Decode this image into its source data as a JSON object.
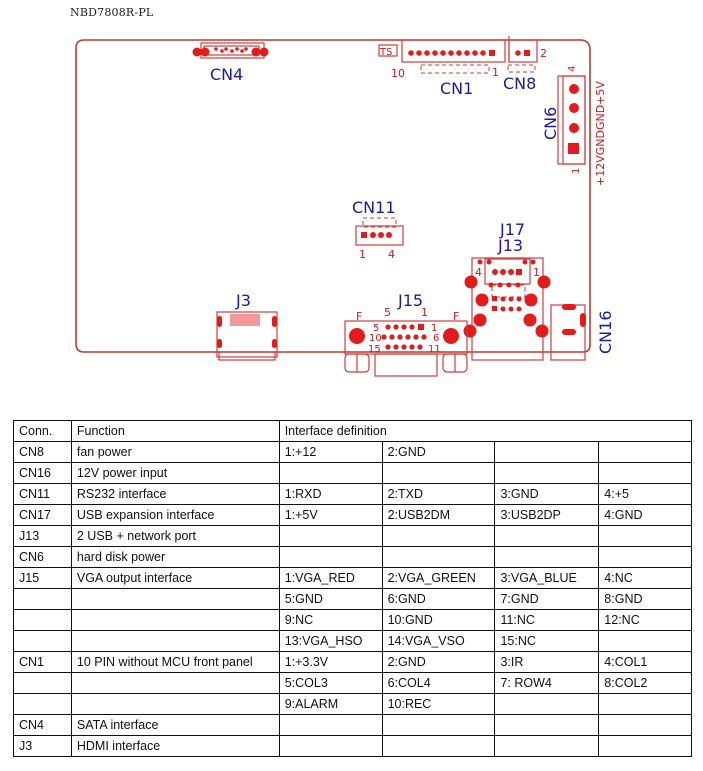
{
  "board": {
    "model": "NBD7808R-PL",
    "colors": {
      "outline": "#c0392b",
      "pads": "#e31b1b",
      "labels": "#1a1aa8"
    },
    "connectors": {
      "cn4": {
        "label": "CN4"
      },
      "cn1": {
        "label": "CN1",
        "silk": "TS",
        "pin_first": "10",
        "pin_last": "1"
      },
      "cn8": {
        "label": "CN8",
        "pin_a": "1",
        "pin_b": "2"
      },
      "cn6": {
        "label": "CN6",
        "pin_top": "4",
        "pin_bottom": "1",
        "signals": "+12VGNDGND+5V"
      },
      "cn11": {
        "label": "CN11",
        "pin_first": "1",
        "pin_last": "4"
      },
      "j17": {
        "label": "J17"
      },
      "j13": {
        "label": "J13",
        "pin_left": "4",
        "pin_right": "1"
      },
      "j15": {
        "label": "J15",
        "mark_f": "F",
        "top_5": "5",
        "top_1": "1",
        "row1_left": "5",
        "row1_right": "1",
        "row2_left": "10",
        "row2_right": "6",
        "row3_left": "15",
        "row3_right": "11"
      },
      "j3": {
        "label": "J3"
      },
      "cn16": {
        "label": "CN16"
      }
    }
  },
  "table": {
    "header": {
      "conn": "Conn.",
      "function": "Function",
      "interface": "Interface definition"
    },
    "rows": [
      {
        "conn": "CN8",
        "function": "fan power",
        "pins": [
          "1:+12",
          "2:GND",
          "",
          ""
        ]
      },
      {
        "conn": "CN16",
        "function": "12V power input",
        "pins": [
          "",
          "",
          "",
          ""
        ]
      },
      {
        "conn": "CN11",
        "function": "RS232 interface",
        "pins": [
          "1:RXD",
          "2:TXD",
          "3:GND",
          "4:+5"
        ]
      },
      {
        "conn": "CN17",
        "function": "USB expansion interface",
        "pins": [
          "1:+5V",
          "2:USB2DM",
          "3:USB2DP",
          "4:GND"
        ]
      },
      {
        "conn": "J13",
        "function": "2 USB + network port",
        "pins": [
          "",
          "",
          "",
          ""
        ]
      },
      {
        "conn": "CN6",
        "function": "hard disk power",
        "pins": [
          "",
          "",
          "",
          ""
        ]
      },
      {
        "conn": "J15",
        "function": "VGA output interface",
        "pins": [
          "1:VGA_RED",
          "2:VGA_GREEN",
          "3:VGA_BLUE",
          "4:NC"
        ]
      },
      {
        "conn": "",
        "function": "",
        "pins": [
          "5:GND",
          "6:GND",
          "7:GND",
          "8:GND"
        ]
      },
      {
        "conn": "",
        "function": "",
        "pins": [
          "9:NC",
          "10:GND",
          "11:NC",
          "12:NC"
        ]
      },
      {
        "conn": "",
        "function": "",
        "pins": [
          "13:VGA_HSO",
          "14:VGA_VSO",
          "15:NC",
          ""
        ]
      },
      {
        "conn": "CN1",
        "function": "10 PIN without MCU front panel",
        "pins": [
          "1:+3.3V",
          "2:GND",
          "3:IR",
          "4:COL1"
        ]
      },
      {
        "conn": "",
        "function": "",
        "pins": [
          "5:COL3",
          "6:COL4",
          "7: ROW4",
          "8:COL2"
        ]
      },
      {
        "conn": "",
        "function": "",
        "pins": [
          "9:ALARM",
          "10:REC",
          "",
          ""
        ]
      },
      {
        "conn": "CN4",
        "function": "SATA interface",
        "pins": [
          "",
          "",
          "",
          ""
        ]
      },
      {
        "conn": "J3",
        "function": "HDMI interface",
        "pins": [
          "",
          "",
          "",
          ""
        ]
      }
    ]
  }
}
